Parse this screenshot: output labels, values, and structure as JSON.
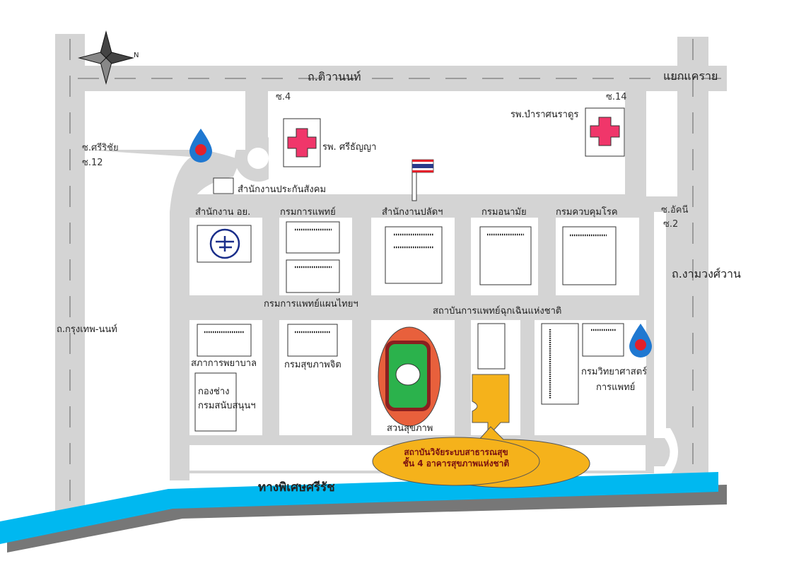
{
  "roads": {
    "top": "ถ.ติวานนท์",
    "top_right": "แยกแคราย",
    "left": "ถ.กรุงเทพ-นนท์",
    "right": "ถ.งามวงศ์วาน",
    "expressway": "ทางพิเศษศรีรัช",
    "soi_4": "ซ.4",
    "soi_14": "ซ.14",
    "soi_sririchai": "ซ.ศรีริชัย",
    "soi_12": "ซ.12",
    "soi_akhani": "ซ.อัคนี",
    "soi_2": "ซ.2"
  },
  "places": {
    "hospital_srithanya": "รพ. ศรีธัญญา",
    "hospital_bamrasnaradura": "รพ.บำราศนราดูร",
    "social_security": "สำนักงานประกันสังคม",
    "fda": "สำนักงาน อย.",
    "dept_medical_services": "กรมการแพทย์",
    "office_permanent_secretary": "สำนักงานปลัดฯ",
    "dept_health": "กรมอนามัย",
    "dept_disease_control": "กรมควบคุมโรค",
    "dept_thai_traditional": "กรมการแพทย์แผนไทยฯ",
    "emergency_institute": "สถาบันการแพทย์ฉุกเฉินแห่งชาติ",
    "nursing_council": "สภาการพยาบาล",
    "mental_health": "กรมสุขภาพจิต",
    "engineering_division_line1": "กองช่าง",
    "engineering_division_line2": "กรมสนับสนุนฯ",
    "medical_sciences_line1": "กรมวิทยาศาสตร์",
    "medical_sciences_line2": "การแพทย์",
    "health_park": "สวนสุขภาพ"
  },
  "callout": {
    "line1": "สถาบันวิจัยระบบสาธารณสุข",
    "line2": "ชั้น 4 อาคารสุขภาพแห่งชาติ"
  },
  "compass": {
    "label": "N"
  },
  "colors": {
    "road": "#d4d4d4",
    "expressway": "#00b8f0",
    "block": "#ffffff",
    "target": "#f5b21b",
    "track": "#e8603c",
    "field": "#2bb24c",
    "hospital_cross": "#f0366a",
    "fuel_blue": "#1f78d1",
    "fuel_red": "#e3202a"
  }
}
